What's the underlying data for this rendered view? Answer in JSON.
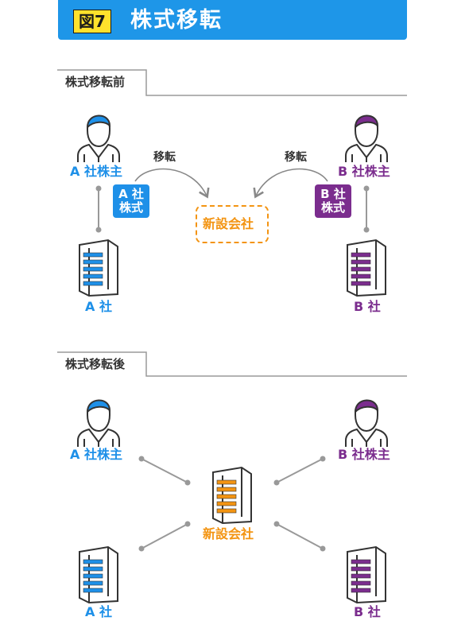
{
  "header": {
    "figure_label": "図7",
    "title": "株式移転"
  },
  "before": {
    "section_label": "株式移転前",
    "shareholder_a": "A 社株主",
    "shareholder_b": "B 社株主",
    "transfer_label_left": "移転",
    "transfer_label_right": "移転",
    "share_badge_a": [
      "A 社",
      "株式"
    ],
    "share_badge_b": [
      "B 社",
      "株式"
    ],
    "new_company": "新設会社",
    "company_a": "A 社",
    "company_b": "B 社"
  },
  "after": {
    "section_label": "株式移転後",
    "shareholder_a": "A 社株主",
    "shareholder_b": "B 社株主",
    "new_company": "新設会社",
    "company_a": "A 社",
    "company_b": "B 社"
  },
  "colors": {
    "header": "#1e96e8",
    "badge": "#ffe12c",
    "company_a": "#1e90e8",
    "company_b": "#7b2d8e",
    "new_company": "#f39412",
    "connector": "#999999"
  },
  "icons": [
    "person-icon",
    "building-icon"
  ]
}
